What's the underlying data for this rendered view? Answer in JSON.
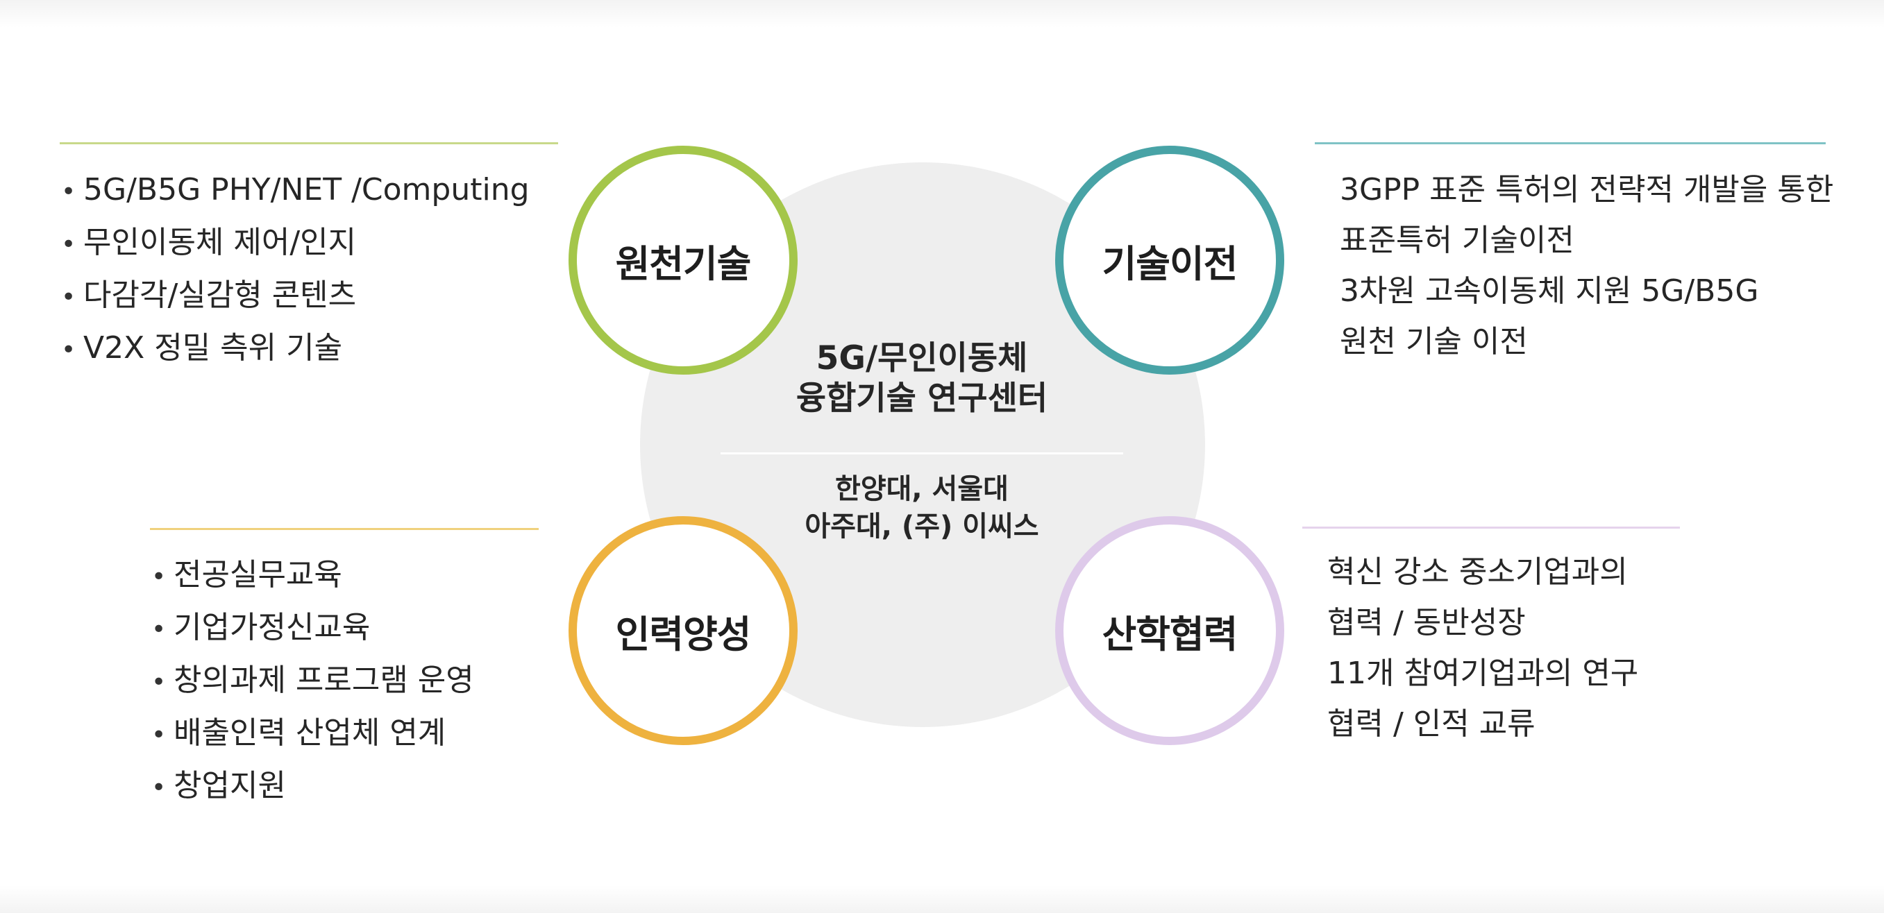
{
  "center": {
    "title_line1": "5G/무인이동체",
    "title_line2": "융합기술 연구센터",
    "members_line1": "한양대, 서울대",
    "members_line2": "아주대, (주) 이씨스"
  },
  "quadrants": {
    "top_left": {
      "label": "원천기술",
      "color": "#a4c64a",
      "items": [
        "5G/B5G PHY/NET /Computing",
        "무인이동체 제어/인지",
        "다감각/실감형 콘텐츠",
        "V2X 정밀 측위 기술"
      ]
    },
    "top_right": {
      "label": "기술이전",
      "color": "#48a3a6",
      "items": [
        "3GPP 표준 특허의 전략적 개발을 통한",
        "표준특허 기술이전",
        "3차원 고속이동체 지원 5G/B5G",
        "원천 기술 이전"
      ]
    },
    "bottom_left": {
      "label": "인력양성",
      "color": "#eeb23f",
      "items": [
        "전공실무교육",
        "기업가정신교육",
        "창의과제 프로그램 운영",
        "배출인력 산업체 연계",
        "창업지원"
      ]
    },
    "bottom_right": {
      "label": "산학협력",
      "color": "#decaea",
      "items": [
        "혁신 강소 중소기업과의",
        "협력 / 동반성장",
        "11개 참여기업과의 연구",
        "협력 / 인적 교류"
      ]
    }
  }
}
